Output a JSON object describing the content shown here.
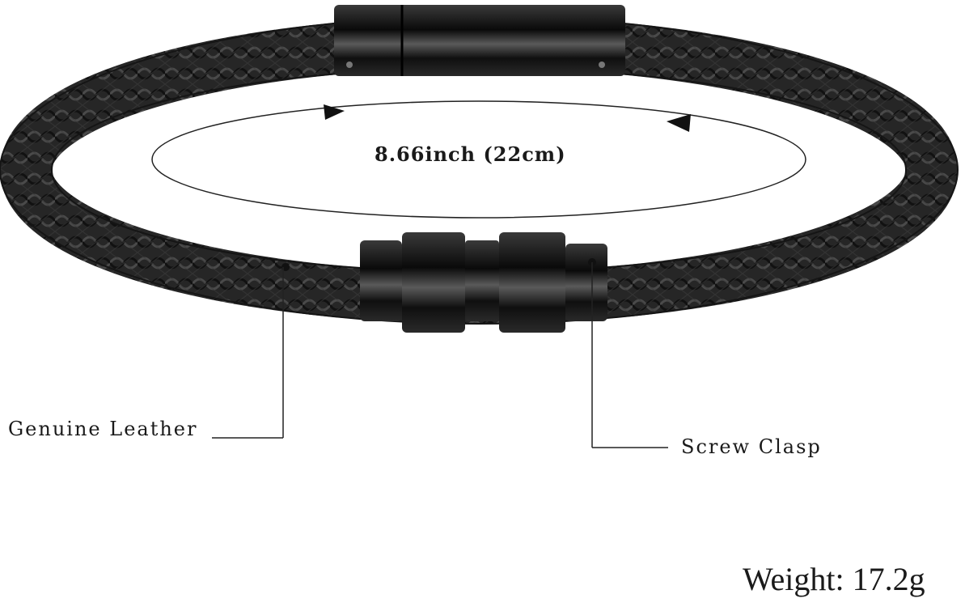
{
  "image": {
    "subject": "bracelet-photo",
    "colors": {
      "background": "#ffffff",
      "leather": "#2a2a2a",
      "metal": "#111111",
      "line": "#1a1a1a"
    }
  },
  "labels": {
    "measurement": "8.66inch (22cm)",
    "leather": "Genuine Leather",
    "clasp": "Screw Clasp",
    "weight": "Weight: 17.2g"
  }
}
